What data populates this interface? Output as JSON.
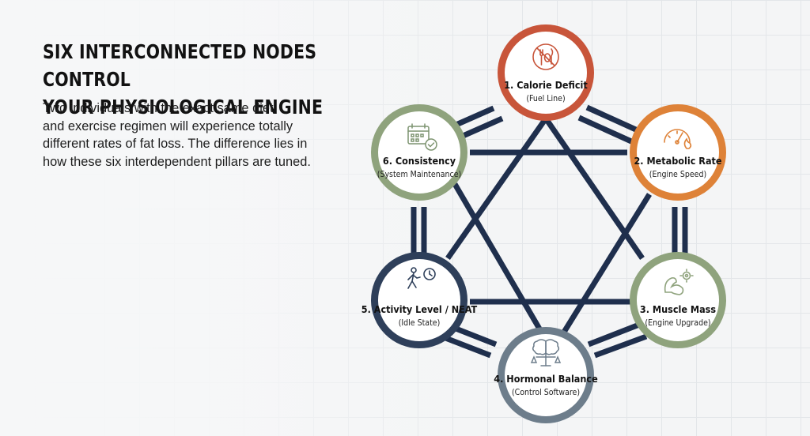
{
  "headline": {
    "line1": "SIX INTERCONNECTED NODES CONTROL",
    "line2": "YOUR PHYSIOLOGICAL ENGINE"
  },
  "intro": {
    "line1": "Two individuals with the exact same diet",
    "line2": "and exercise regimen will experience totally",
    "line3": "different rates of fat loss. The difference lies in",
    "line4": "how these six interdependent pillars are tuned."
  },
  "nodes": [
    {
      "title": "1. Calorie Deficit",
      "subtitle": "(Fuel Line)",
      "icon": "no-food-icon",
      "color": "#c8553a"
    },
    {
      "title": "2. Metabolic Rate",
      "subtitle": "(Engine Speed)",
      "icon": "speedometer-flame-icon",
      "color": "#de8238"
    },
    {
      "title": "3. Muscle Mass",
      "subtitle": "(Engine Upgrade)",
      "icon": "muscle-gear-icon",
      "color": "#8fa37d"
    },
    {
      "title": "4. Hormonal Balance",
      "subtitle": "(Control Software)",
      "icon": "brain-scale-icon",
      "color": "#6d7d8b"
    },
    {
      "title": "5. Activity Level / NEAT",
      "subtitle": "(Idle State)",
      "icon": "walking-clock-icon",
      "color": "#2e3f5a"
    },
    {
      "title": "6. Consistency",
      "subtitle": "(System Maintenance)",
      "icon": "calendar-check-icon",
      "color": "#8fa37d"
    }
  ],
  "colors": {
    "connector": "#1f2f4d",
    "background": "#f4f5f6"
  }
}
